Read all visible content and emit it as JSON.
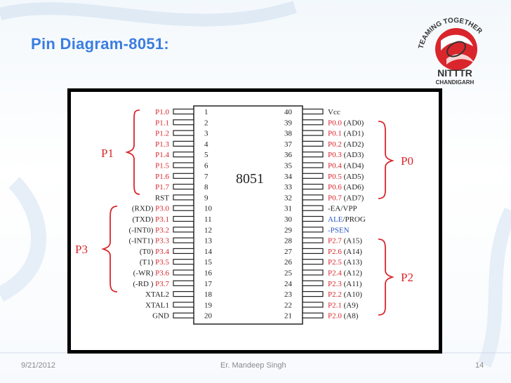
{
  "slide": {
    "title": "Pin Diagram-8051:",
    "date": "9/21/2012",
    "author": "Er. Mandeep Singh",
    "page": "14"
  },
  "logo": {
    "top_text": "TEAMING TOGETHER",
    "name": "NITTTR",
    "city": "CHANDIGARH"
  },
  "diagram": {
    "chip_label": "8051",
    "colors": {
      "red": "#d9262c",
      "blue": "#2a55c4",
      "black": "#222222"
    },
    "groups": {
      "P1": "P1",
      "P3": "P3",
      "P0": "P0",
      "P2": "P2"
    },
    "left_pins": [
      {
        "num": "1",
        "prefix": "",
        "label": "P1.0",
        "suffix": ""
      },
      {
        "num": "2",
        "prefix": "",
        "label": "P1.1",
        "suffix": ""
      },
      {
        "num": "3",
        "prefix": "",
        "label": "P1.2",
        "suffix": ""
      },
      {
        "num": "4",
        "prefix": "",
        "label": "P1.3",
        "suffix": ""
      },
      {
        "num": "5",
        "prefix": "",
        "label": "P1.4",
        "suffix": ""
      },
      {
        "num": "6",
        "prefix": "",
        "label": "P1.5",
        "suffix": ""
      },
      {
        "num": "7",
        "prefix": "",
        "label": "P1.6",
        "suffix": ""
      },
      {
        "num": "8",
        "prefix": "",
        "label": "P1.7",
        "suffix": ""
      },
      {
        "num": "9",
        "prefix": "",
        "label": "RST",
        "suffix": ""
      },
      {
        "num": "10",
        "prefix": "(RXD) ",
        "label": "P3.0",
        "suffix": ""
      },
      {
        "num": "11",
        "prefix": "(TXD) ",
        "label": "P3.1",
        "suffix": ""
      },
      {
        "num": "12",
        "prefix": "(-INT0) ",
        "label": "P3.2",
        "suffix": ""
      },
      {
        "num": "13",
        "prefix": "(-INT1) ",
        "label": "P3.3",
        "suffix": ""
      },
      {
        "num": "14",
        "prefix": "(T0) ",
        "label": "P3.4",
        "suffix": ""
      },
      {
        "num": "15",
        "prefix": "(T1) ",
        "label": "P3.5",
        "suffix": ""
      },
      {
        "num": "16",
        "prefix": "(-WR) ",
        "label": "P3.6",
        "suffix": ""
      },
      {
        "num": "17",
        "prefix": "(-RD ) ",
        "label": "P3.7",
        "suffix": ""
      },
      {
        "num": "18",
        "prefix": "",
        "label": "XTAL2",
        "suffix": ""
      },
      {
        "num": "19",
        "prefix": "",
        "label": "XTAL1",
        "suffix": ""
      },
      {
        "num": "20",
        "prefix": "",
        "label": "GND",
        "suffix": ""
      }
    ],
    "right_pins": [
      {
        "num": "40",
        "label": "Vcc",
        "suffix": ""
      },
      {
        "num": "39",
        "label": "P0.0",
        "suffix": " (AD0)"
      },
      {
        "num": "38",
        "label": "P0.1",
        "suffix": " (AD1)"
      },
      {
        "num": "37",
        "label": "P0.2",
        "suffix": " (AD2)"
      },
      {
        "num": "36",
        "label": "P0.3",
        "suffix": " (AD3)"
      },
      {
        "num": "35",
        "label": "P0.4",
        "suffix": " (AD4)"
      },
      {
        "num": "34",
        "label": "P0.5",
        "suffix": " (AD5)"
      },
      {
        "num": "33",
        "label": "P0.6",
        "suffix": " (AD6)"
      },
      {
        "num": "32",
        "label": "P0.7",
        "suffix": " (AD7)"
      },
      {
        "num": "31",
        "label": "-EA/VPP",
        "suffix": ""
      },
      {
        "num": "30",
        "label": "ALE",
        "suffix": "/PROG"
      },
      {
        "num": "29",
        "label": "-PSEN",
        "suffix": ""
      },
      {
        "num": "28",
        "label": "P2.7",
        "suffix": " (A15)"
      },
      {
        "num": "27",
        "label": "P2.6",
        "suffix": " (A14)"
      },
      {
        "num": "26",
        "label": "P2.5",
        "suffix": " (A13)"
      },
      {
        "num": "25",
        "label": "P2.4",
        "suffix": " (A12)"
      },
      {
        "num": "24",
        "label": "P2.3",
        "suffix": " (A11)"
      },
      {
        "num": "23",
        "label": "P2.2",
        "suffix": " (A10)"
      },
      {
        "num": "22",
        "label": "P2.1",
        "suffix": " (A9)"
      },
      {
        "num": "21",
        "label": "P2.0",
        "suffix": " (A8)"
      }
    ]
  }
}
